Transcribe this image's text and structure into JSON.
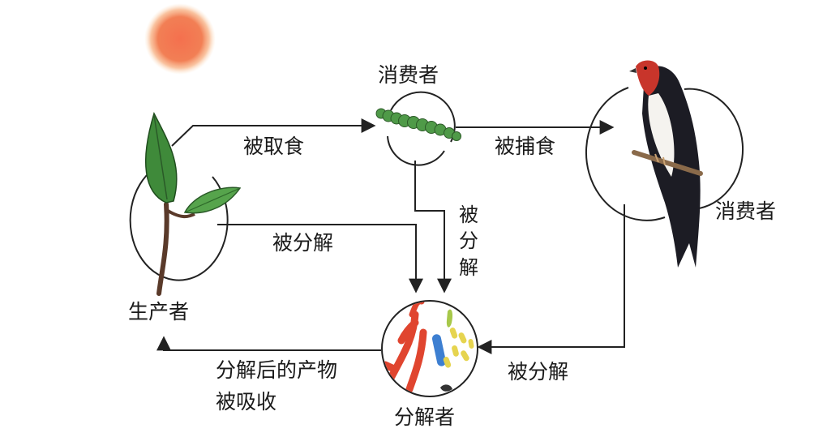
{
  "labels": {
    "consumer_top": "消费者",
    "consumer_right": "消费者",
    "producer": "生产者",
    "decomposer": "分解者",
    "eaten": "被取食",
    "preyed": "被捕食",
    "decomposed_plant": "被分解",
    "decomposed_caterpillar": "被分解",
    "decomposed_bird": "被分解",
    "absorbed": "分解后的产物被吸收"
  },
  "colors": {
    "sun": "#f0795a",
    "leaf": "#3f8a3a",
    "caterpillar": "#4f9a48",
    "bird_back": "#1c1c24",
    "bird_throat": "#c8352b",
    "bacteria_red": "#e0452f",
    "bacteria_blue": "#3d7fd1",
    "bacteria_yellow": "#e6d44f",
    "line": "#222222"
  }
}
